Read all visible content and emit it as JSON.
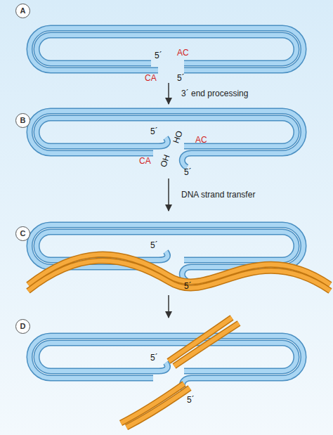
{
  "diagram": {
    "nodes": [
      {
        "text": [
          "A",
          "5´",
          "AC",
          "CA",
          "5´"
        ]
      },
      {
        "text": [
          "B",
          "5´",
          "HO",
          "AC",
          "OH",
          "CA",
          "5´"
        ]
      },
      {
        "text": [
          "C",
          "5´",
          "5´"
        ]
      },
      {
        "text": [
          "D",
          "5´",
          "5´"
        ]
      }
    ],
    "edges": [
      {
        "from": 0,
        "to": 1,
        "arrow": "to",
        "label": "3´ end processing"
      },
      {
        "from": 1,
        "to": 2,
        "arrow": "to",
        "label": "DNA strand transfer"
      },
      {
        "from": 2,
        "to": 3,
        "arrow": "to"
      }
    ]
  }
}
